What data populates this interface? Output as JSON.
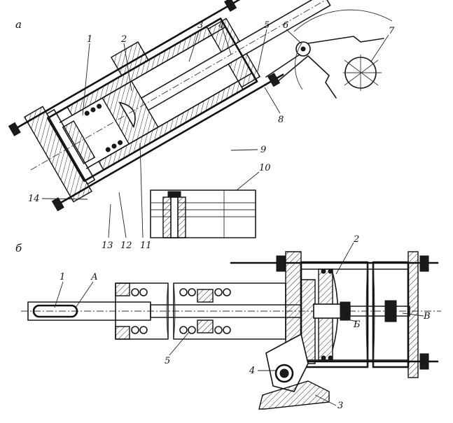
{
  "views": {
    "a": {
      "letter": "а",
      "callouts": [
        "1",
        "2",
        "3",
        "4",
        "5",
        "6",
        "7",
        "8",
        "9",
        "10",
        "11",
        "12",
        "13",
        "14"
      ]
    },
    "b": {
      "letter": "б",
      "callouts": [
        "1",
        "А",
        "2",
        "Б",
        "В",
        "3",
        "4",
        "5"
      ]
    }
  }
}
